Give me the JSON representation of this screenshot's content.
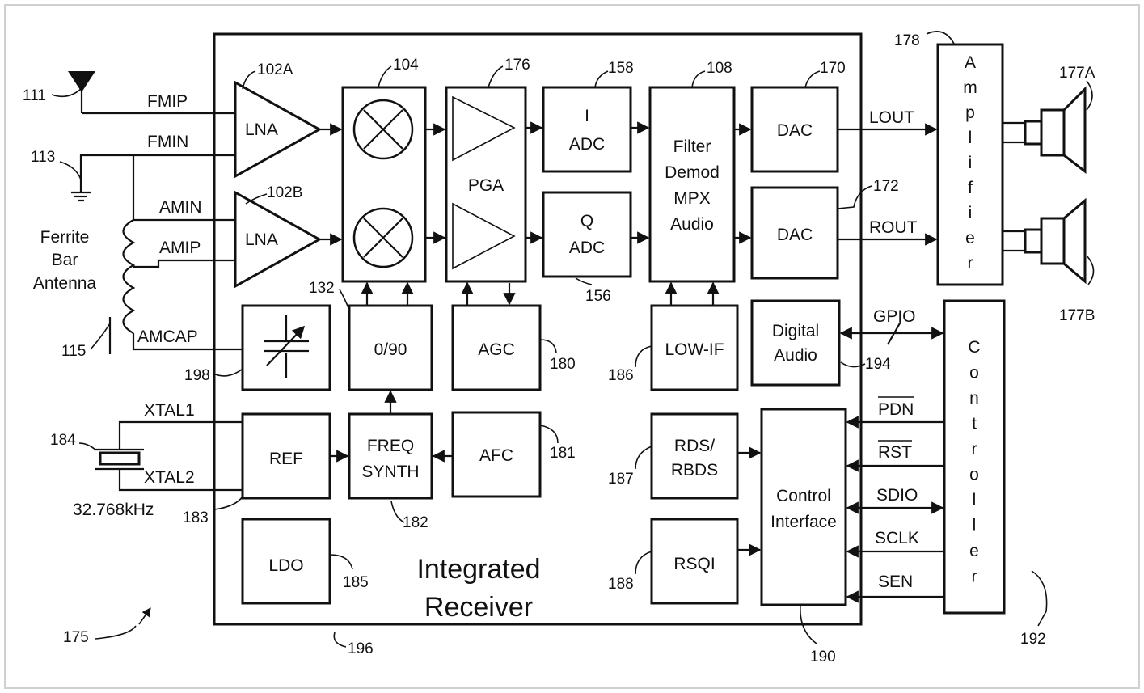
{
  "blocks": {
    "lna_a": "LNA",
    "lna_b": "LNA",
    "pga": "PGA",
    "i_adc": [
      "I",
      "ADC"
    ],
    "q_adc": [
      "Q",
      "ADC"
    ],
    "dsp": [
      "Filter",
      "Demod",
      "MPX",
      "Audio"
    ],
    "dac_l": "DAC",
    "dac_r": "DAC",
    "amplifier_letters": [
      "A",
      "m",
      "p",
      "l",
      "i",
      "f",
      "i",
      "e",
      "r"
    ],
    "controller_letters": [
      "C",
      "o",
      "n",
      "t",
      "r",
      "o",
      "l",
      "l",
      "e",
      "r"
    ],
    "quad": "0/90",
    "agc": "AGC",
    "low_if": "LOW-IF",
    "digital_audio": [
      "Digital",
      "Audio"
    ],
    "ref": "REF",
    "freq_synth": [
      "FREQ",
      "SYNTH"
    ],
    "afc": "AFC",
    "rds": [
      "RDS/",
      "RBDS"
    ],
    "rsqi": "RSQI",
    "control_interface": [
      "Control",
      "Interface"
    ],
    "ldo": "LDO",
    "integrated_receiver": [
      "Integrated",
      "Receiver"
    ]
  },
  "signals": {
    "fmip": "FMIP",
    "fmin": "FMIN",
    "amin": "AMIN",
    "amip": "AMIP",
    "amcap": "AMCAP",
    "xtal1": "XTAL1",
    "xtal2": "XTAL2",
    "crystal_freq": "32.768kHz",
    "lout": "LOUT",
    "rout": "ROUT",
    "gpio": "GPIO",
    "pdn": "PDN",
    "rst": "RST",
    "sdio": "SDIO",
    "sclk": "SCLK",
    "sen": "SEN",
    "ferrite": [
      "Ferrite",
      "Bar",
      "Antenna"
    ]
  },
  "refs": {
    "r111": "111",
    "r113": "113",
    "r115": "115",
    "r102a": "102A",
    "r102b": "102B",
    "r104": "104",
    "r176": "176",
    "r158": "158",
    "r156": "156",
    "r108": "108",
    "r170": "170",
    "r172": "172",
    "r178": "178",
    "r177a": "177A",
    "r177b": "177B",
    "r132": "132",
    "r180": "180",
    "r186": "186",
    "r194": "194",
    "r198": "198",
    "r184": "184",
    "r183": "183",
    "r182": "182",
    "r181": "181",
    "r187": "187",
    "r188": "188",
    "r185": "185",
    "r190": "190",
    "r192": "192",
    "r196": "196",
    "r175": "175"
  }
}
